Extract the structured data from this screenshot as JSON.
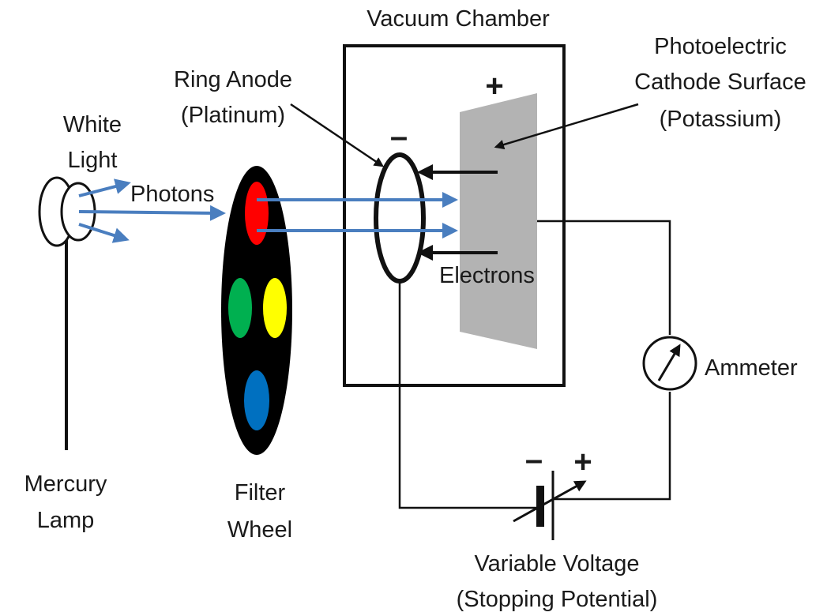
{
  "labels": {
    "vacuum_chamber": "Vacuum Chamber",
    "cathode_line1": "Photoelectric",
    "cathode_line2": "Cathode Surface",
    "cathode_line3": "(Potassium)",
    "anode_line1": "Ring Anode",
    "anode_line2": "(Platinum)",
    "white_line1": "White",
    "white_line2": "Light",
    "photons": "Photons",
    "electrons": "Electrons",
    "ammeter": "Ammeter",
    "lamp_line1": "Mercury",
    "lamp_line2": "Lamp",
    "filter_line1": "Filter",
    "filter_line2": "Wheel",
    "voltage_line1": "Variable Voltage",
    "voltage_line2": "(Stopping Potential)"
  },
  "signs": {
    "cathode_plus": "+",
    "anode_minus": "–",
    "battery_minus": "–",
    "battery_plus": "+"
  },
  "colors": {
    "photon_arrow": "#4a7ebf",
    "wire": "#111111",
    "cathode_plate": "#b3b3b3",
    "filter_wheel": "#000000",
    "filter_red": "#ff0000",
    "filter_green": "#00b050",
    "filter_yellow": "#ffff00",
    "filter_blue": "#0070c0"
  },
  "filters": [
    "red",
    "green",
    "yellow",
    "blue"
  ]
}
